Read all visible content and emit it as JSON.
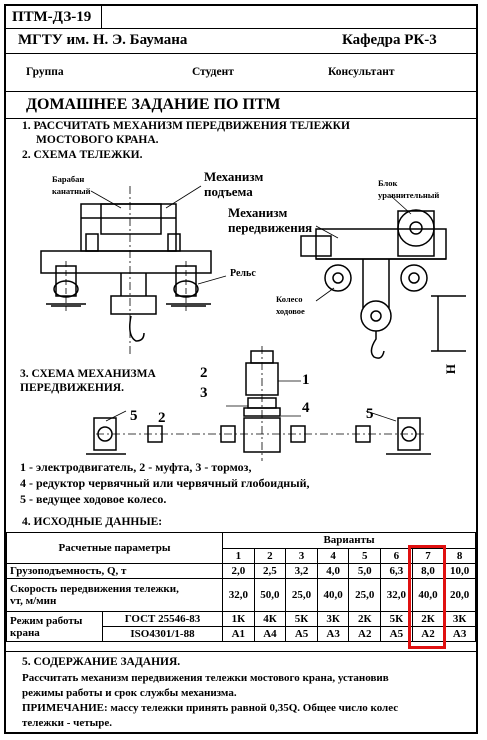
{
  "header": {
    "doc_code": "ПТМ-ДЗ-19",
    "university": "МГТУ им. Н. Э. Баумана",
    "department": "Кафедра РК-3",
    "group_label": "Группа",
    "student_label": "Студент",
    "consultant_label": "Консультант"
  },
  "title": "ДОМАШНЕЕ ЗАДАНИЕ ПО ПТМ",
  "section1": {
    "line1": "1. РАССЧИТАТЬ МЕХАНИЗМ  ПЕРЕДВИЖЕНИЯ ТЕЛЕЖКИ",
    "line2": "МОСТОВОГО  КРАНА."
  },
  "section2": {
    "heading": "2. СХЕМА ТЕЛЕЖКИ.",
    "labels": {
      "drum_1": "Барабан",
      "drum_2": "канатный",
      "lift_1": "Механизм",
      "lift_2": "подъема",
      "travel_1": "Механизм",
      "travel_2": "передвижения",
      "rail": "Рельс",
      "block_1": "Блок",
      "block_2": "уравнительный",
      "wheel_1": "Колесо",
      "wheel_2": "ходовое",
      "height": "H"
    }
  },
  "section3": {
    "heading_1": "3. СХЕМА МЕХАНИЗМА",
    "heading_2": "ПЕРЕДВИЖЕНИЯ.",
    "callouts": [
      "1",
      "2",
      "3",
      "4",
      "5",
      "5",
      "2"
    ],
    "legend": [
      "1 - электродвигатель, 2 - муфта, 3 - тормоз,",
      "4 - редуктор червячный или червячный глобоидный,",
      "5 - ведущее ходовое колесо."
    ]
  },
  "section4": {
    "heading": "4. ИСХОДНЫЕ ДАННЫЕ:",
    "table": {
      "params_header": "Расчетные параметры",
      "variants_header": "Варианты",
      "variants": [
        "1",
        "2",
        "3",
        "4",
        "5",
        "6",
        "7",
        "8"
      ],
      "rows": [
        {
          "label": "Грузоподъемность, Q, т",
          "values": [
            "2,0",
            "2,5",
            "3,2",
            "4,0",
            "5,0",
            "6,3",
            "8,0",
            "10,0"
          ]
        },
        {
          "label_1": "Скорость передвижения тележки,",
          "label_2": "vт, м/мин",
          "values": [
            "32,0",
            "50,0",
            "25,0",
            "40,0",
            "25,0",
            "32,0",
            "40,0",
            "20,0"
          ]
        }
      ],
      "mode_label_1": "Режим работы",
      "mode_label_2": "крана",
      "gost": "ГОСТ 25546-83",
      "iso": "ISO4301/1-88",
      "gost_values": [
        "1К",
        "4К",
        "5К",
        "3К",
        "2К",
        "5К",
        "2К",
        "3К"
      ],
      "iso_values": [
        "А1",
        "А4",
        "А5",
        "А3",
        "А2",
        "А5",
        "А2",
        "А3"
      ],
      "selected_variant": "7",
      "highlight_color": "#e01010"
    }
  },
  "section5": {
    "heading": "5. СОДЕРЖАНИЕ ЗАДАНИЯ.",
    "text_1": "Рассчитать механизм передвижения тележки мостового крана, установив",
    "text_2": "режимы работы и срок службы механизма.",
    "note_1": "ПРИМЕЧАНИЕ:  массу тележки принять равной 0,35Q. Общее число колес",
    "note_2": "тележки - четыре."
  }
}
